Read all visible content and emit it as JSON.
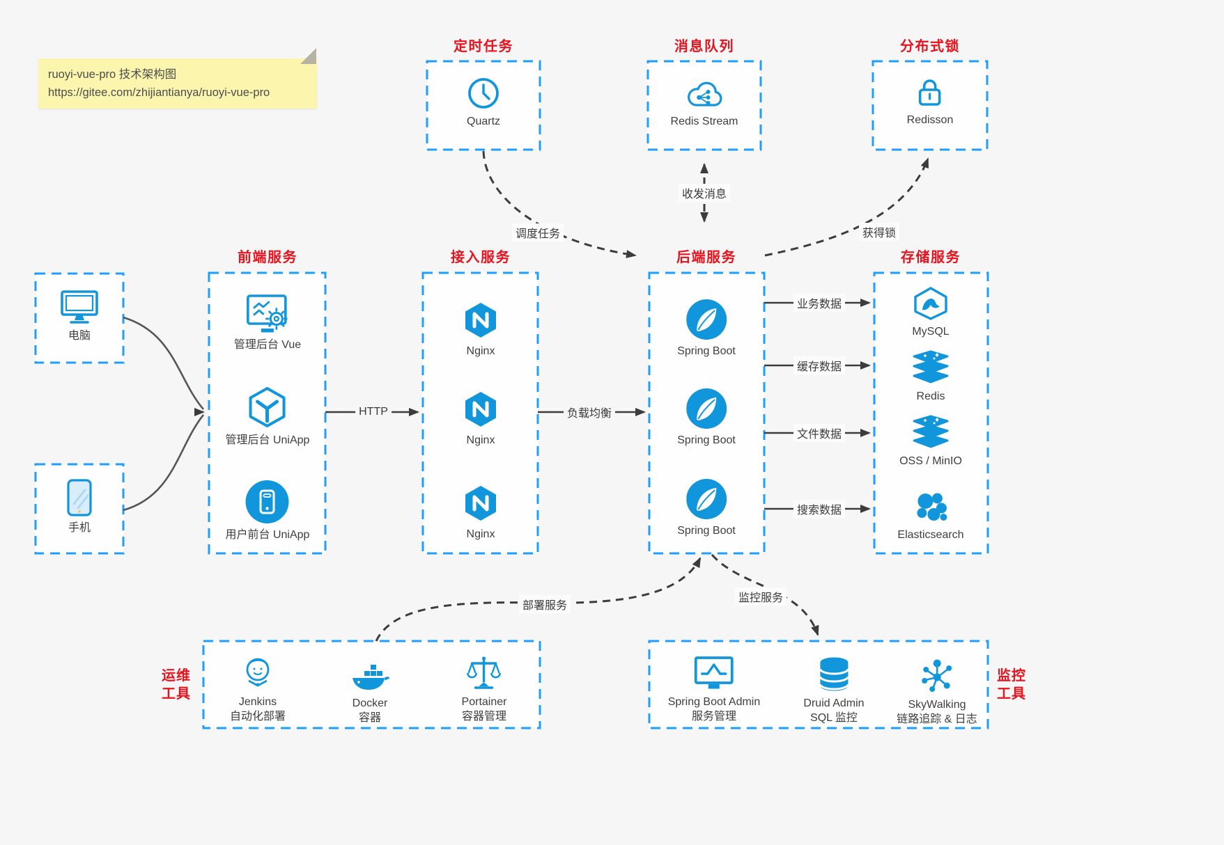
{
  "note": {
    "title": "ruoyi-vue-pro 技术架构图",
    "url": "https://gitee.com/zhijiantianya/ruoyi-vue-pro"
  },
  "palette": {
    "icon_blue": "#1296db",
    "box_border_blue": "#1e9fff",
    "title_red": "#e8121c",
    "note_bg": "#fbf5ae",
    "canvas_bg": "#f6f6f7",
    "box_bg": "#fefefe",
    "line_dark": "#3c3c3c"
  },
  "top_services": [
    {
      "title": "定时任务",
      "icon": "clock-icon",
      "label": "Quartz"
    },
    {
      "title": "消息队列",
      "icon": "cloud-stream-icon",
      "label": "Redis Stream"
    },
    {
      "title": "分布式锁",
      "icon": "lock-icon",
      "label": "Redisson"
    }
  ],
  "clients": [
    {
      "icon": "desktop-icon",
      "label": "电脑"
    },
    {
      "icon": "smartphone-icon",
      "label": "手机"
    }
  ],
  "frontend": {
    "title": "前端服务",
    "items": [
      {
        "icon": "admin-vue-icon",
        "label": "管理后台 Vue"
      },
      {
        "icon": "uniapp-cube-icon",
        "label": "管理后台 UniApp"
      },
      {
        "icon": "user-app-icon",
        "label": "用户前台 UniApp"
      }
    ]
  },
  "access": {
    "title": "接入服务",
    "items": [
      {
        "icon": "nginx-icon",
        "label": "Nginx"
      },
      {
        "icon": "nginx-icon",
        "label": "Nginx"
      },
      {
        "icon": "nginx-icon",
        "label": "Nginx"
      }
    ]
  },
  "backend": {
    "title": "后端服务",
    "items": [
      {
        "icon": "spring-boot-icon",
        "label": "Spring Boot"
      },
      {
        "icon": "spring-boot-icon",
        "label": "Spring Boot"
      },
      {
        "icon": "spring-boot-icon",
        "label": "Spring Boot"
      }
    ]
  },
  "storage": {
    "title": "存储服务",
    "items": [
      {
        "icon": "mysql-icon",
        "label": "MySQL"
      },
      {
        "icon": "redis-icon",
        "label": "Redis"
      },
      {
        "icon": "object-storage-icon",
        "label": "OSS / MinIO"
      },
      {
        "icon": "elasticsearch-icon",
        "label": "Elasticsearch"
      }
    ]
  },
  "ops": {
    "side_label_line1": "运维",
    "side_label_line2": "工具",
    "items": [
      {
        "icon": "jenkins-icon",
        "label": "Jenkins",
        "sublabel": "自动化部署"
      },
      {
        "icon": "docker-icon",
        "label": "Docker",
        "sublabel": "容器"
      },
      {
        "icon": "portainer-icon",
        "label": "Portainer",
        "sublabel": "容器管理"
      }
    ]
  },
  "monitoring": {
    "side_label_line1": "监控",
    "side_label_line2": "工具",
    "items": [
      {
        "icon": "spring-boot-admin-icon",
        "label": "Spring Boot Admin",
        "sublabel": "服务管理"
      },
      {
        "icon": "druid-icon",
        "label": "Druid Admin",
        "sublabel": "SQL 监控"
      },
      {
        "icon": "skywalking-icon",
        "label": "SkyWalking",
        "sublabel": "链路追踪 & 日志"
      }
    ]
  },
  "edges": {
    "http": "HTTP",
    "load_balance": "负载均衡",
    "schedule_job": "调度任务",
    "send_receive_message": "收发消息",
    "acquire_lock": "获得锁",
    "business_data": "业务数据",
    "cache_data": "缓存数据",
    "file_data": "文件数据",
    "search_data": "搜索数据",
    "deploy_service": "部署服务",
    "monitor_service": "监控服务"
  }
}
